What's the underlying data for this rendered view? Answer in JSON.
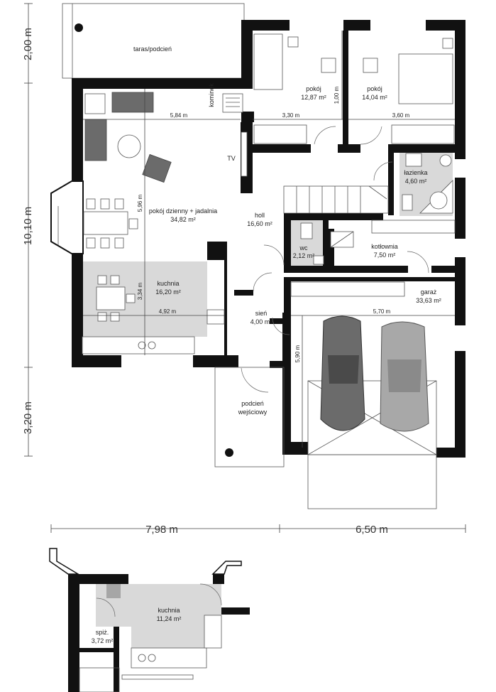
{
  "rooms": {
    "taras": "taras/podcień",
    "pokoj1_name": "pokój",
    "pokoj1_area": "12,87 m²",
    "pokoj2_name": "pokój",
    "pokoj2_area": "14,04 m²",
    "lazienka_name": "łazienka",
    "lazienka_area": "4,60 m²",
    "dzienny_name": "pokój dzienny + jadalnia",
    "dzienny_area": "34,82 m²",
    "holl_name": "holl",
    "holl_area": "16,60 m²",
    "wc_name": "wc",
    "wc_area": "2,12 m²",
    "kotlownia_name": "kotłownia",
    "kotlownia_area": "7,50 m²",
    "kuchnia_name": "kuchnia",
    "kuchnia_area": "16,20 m²",
    "garaz_name": "garaż",
    "garaz_area": "33,63 m²",
    "sien_name": "sień",
    "sien_area": "4,00 m²",
    "podcien_line1": "podcień",
    "podcien_line2": "wejściowy",
    "kuchnia2_name": "kuchnia",
    "kuchnia2_area": "11,24 m²",
    "spiz_name": "spiż.",
    "spiz_area": "3,72 m²"
  },
  "labels": {
    "kominek": "kominek",
    "tv": "TV"
  },
  "dimensions": {
    "d_584": "5,84 m",
    "d_330": "3,30 m",
    "d_360": "3,60 m",
    "d_100": "1,00 m",
    "d_596": "5,96 m",
    "d_334": "3,34 m",
    "d_492": "4,92 m",
    "d_570": "5,70 m",
    "d_590": "5,90 m",
    "outer_top": "2,00 m",
    "outer_mid": "10,10 m",
    "outer_bot": "3,20 m",
    "outer_left": "7,98 m",
    "outer_right": "6,50 m"
  },
  "colors": {
    "wall": "#111111",
    "floor_gray": "#d9d9d9",
    "car_dark": "#6b6b6b",
    "car_light": "#a8a8a8"
  }
}
